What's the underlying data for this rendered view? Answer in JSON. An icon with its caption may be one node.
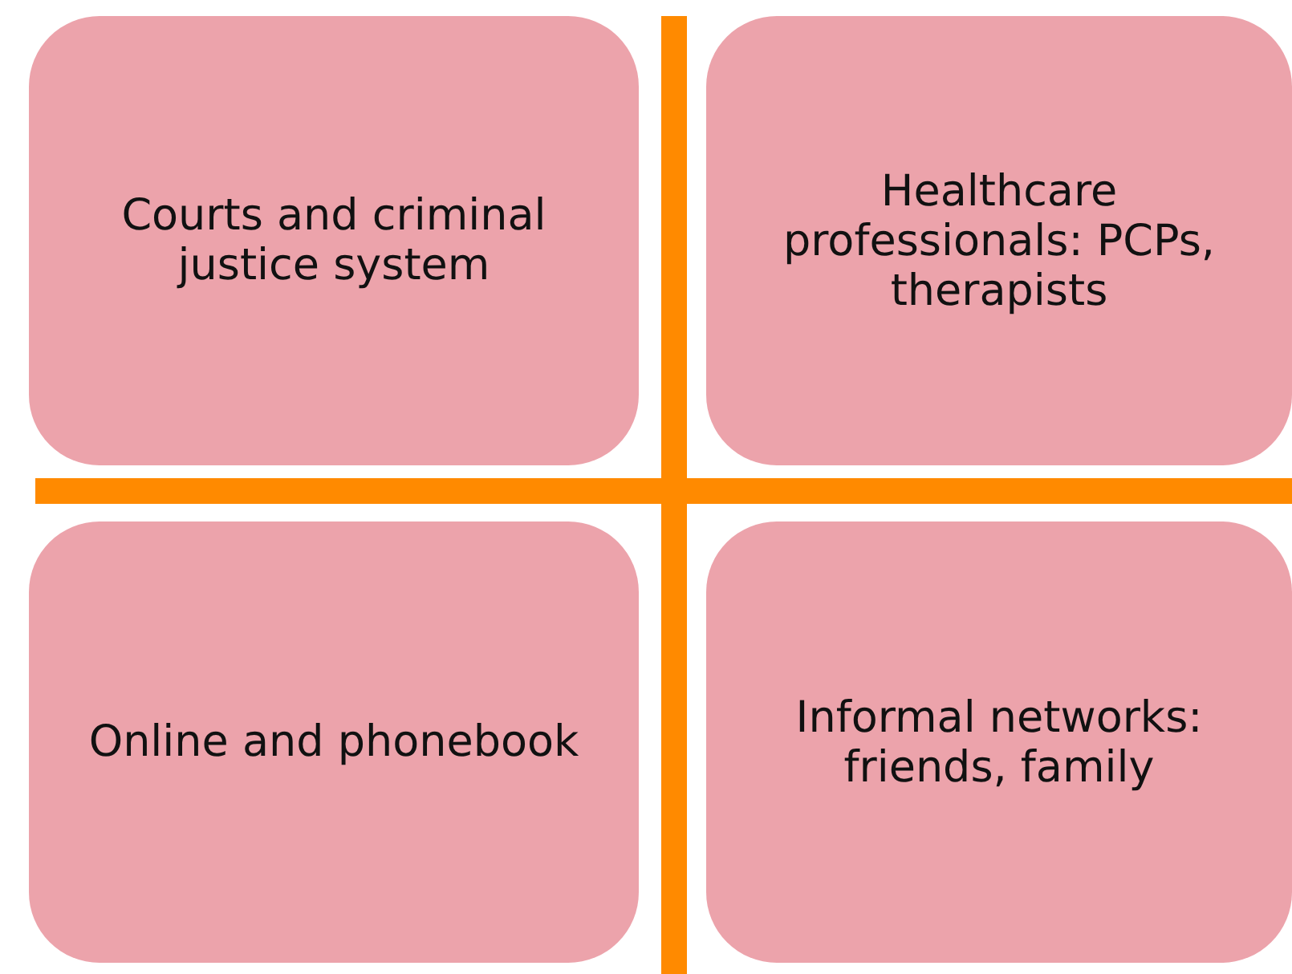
{
  "diagram": {
    "nodes": [
      {
        "text": [
          "Courts and criminal justice system"
        ]
      },
      {
        "text": [
          "Healthcare professionals: PCPs, therapists"
        ]
      },
      {
        "text": [
          "Online and phonebook"
        ]
      },
      {
        "text": [
          "Informal networks: friends, family"
        ]
      }
    ]
  }
}
